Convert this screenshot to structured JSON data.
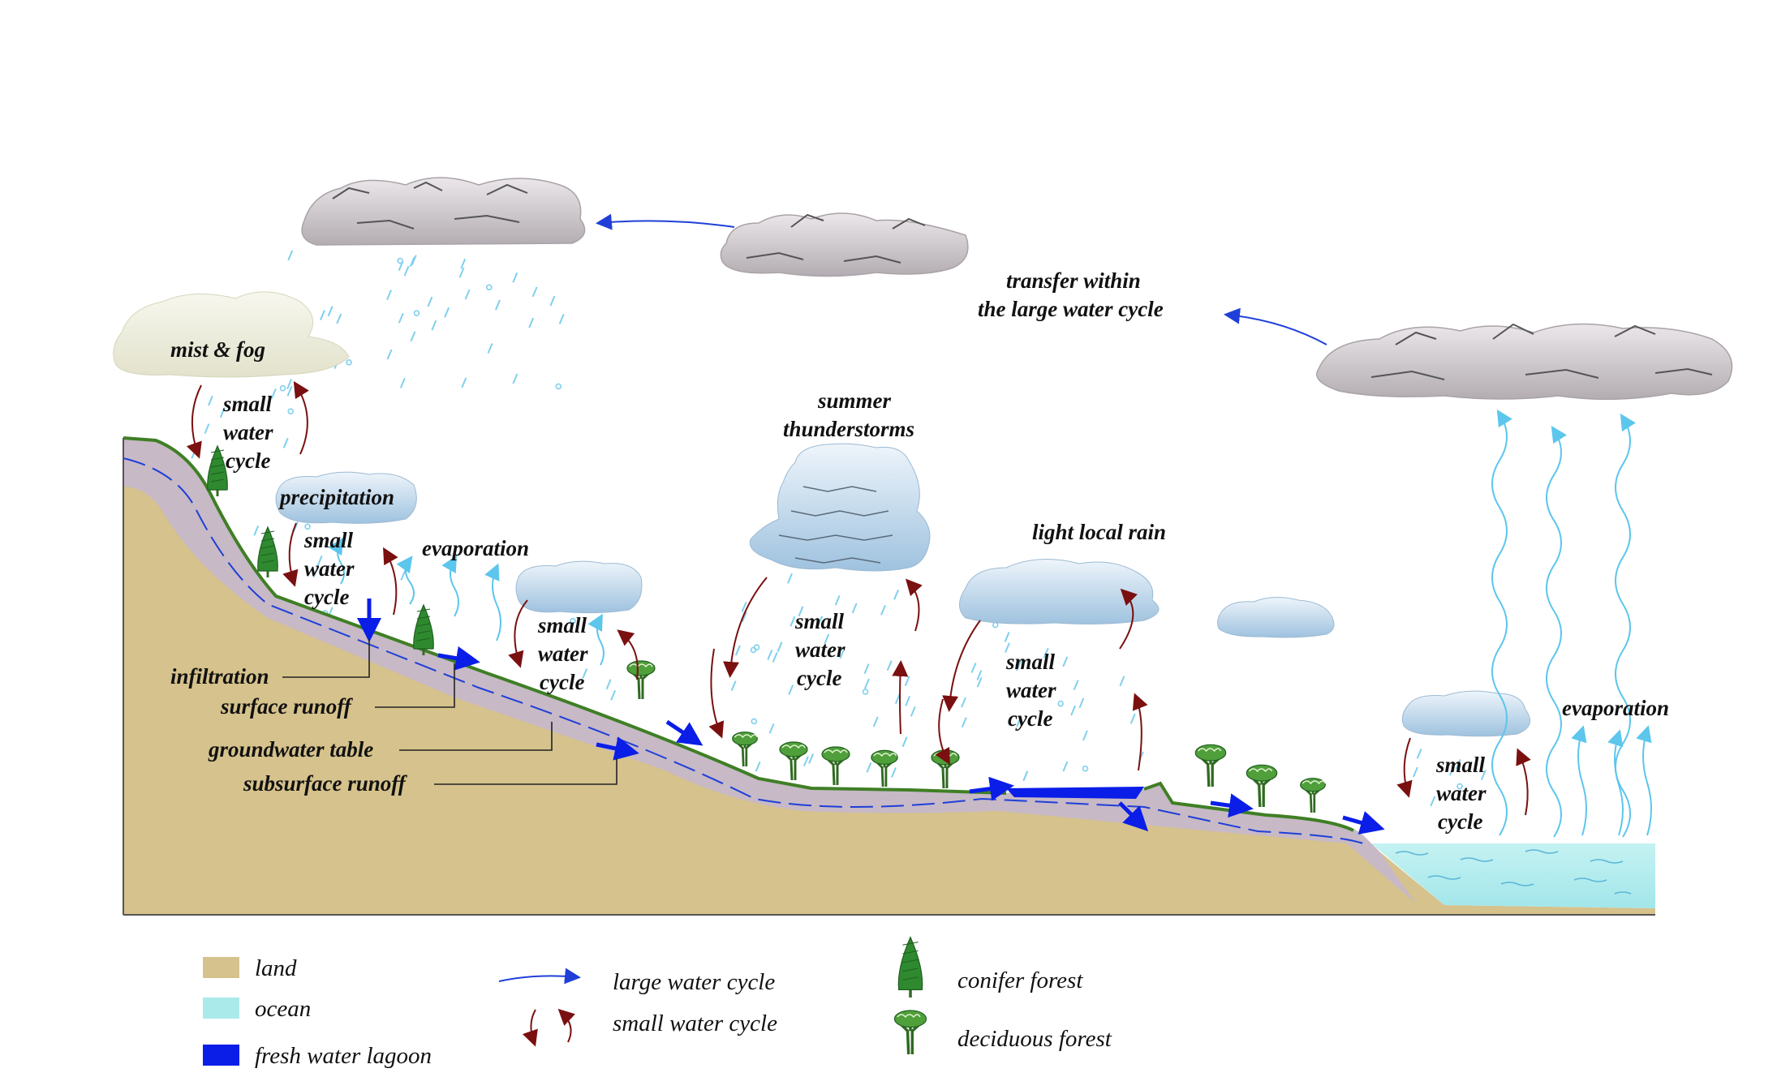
{
  "colors": {
    "land": "#d6c28c",
    "subsoil": "#c7b9c6",
    "ocean": "#aaeaea",
    "lagoon": "#0a1ee8",
    "large_cycle": "#1f3fd8",
    "small_cycle": "#7a1010",
    "evaporation": "#5cc6ec",
    "rain": "#7fd0ee",
    "grass": "#3f7f25",
    "tree": "#2f8a2f",
    "rain_cloud": "#b7d5ea",
    "grey_cloud": "#c9c4c8",
    "mist": "#eeeedc"
  },
  "labels": {
    "mist_fog": "mist & fog",
    "small_cycle_line1": "small",
    "small_cycle_line2": "water",
    "small_cycle_line3": "cycle",
    "precipitation": "precipitation",
    "evaporation_left": "evaporation",
    "summer_line1": "summer",
    "summer_line2": "thunderstorms",
    "light_local_rain": "light local rain",
    "transfer_line1": "transfer within",
    "transfer_line2": "the large water cycle",
    "evaporation_right": "evaporation",
    "infiltration": "infiltration",
    "surface_runoff": "surface runoff",
    "groundwater_table": "groundwater table",
    "subsurface_runoff": "subsurface runoff"
  },
  "legend": {
    "land": "land",
    "ocean": "ocean",
    "fresh_water_lagoon": "fresh water lagoon",
    "large_water_cycle": "large water cycle",
    "small_water_cycle": "small water cycle",
    "conifer_forest": "conifer forest",
    "deciduous_forest": "deciduous forest"
  }
}
